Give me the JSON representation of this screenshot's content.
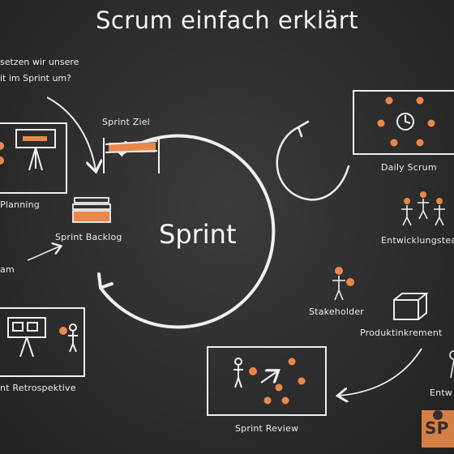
{
  "title": "Scrum einfach erklärt",
  "center_label": "Sprint",
  "question_lines": [
    "setzen wir unsere",
    "it im Sprint um?"
  ],
  "labels": {
    "sprint_ziel": "Sprint Ziel",
    "planning": "Planning",
    "sprint_backlog": "Sprint Backlog",
    "team": "am",
    "retrospektive": "nt Retrospektive",
    "daily_scrum": "Daily Scrum",
    "entwicklungsteam": "Entwicklungstea",
    "stakeholder": "Stakeholder",
    "produktinkrement": "Produktinkrement",
    "sprint_review": "Sprint Review",
    "entw": "Entw"
  },
  "logo_text": "SP",
  "colors": {
    "chalk": "#efefef",
    "orange": "#e9884a",
    "board": "#2f2f2f"
  }
}
